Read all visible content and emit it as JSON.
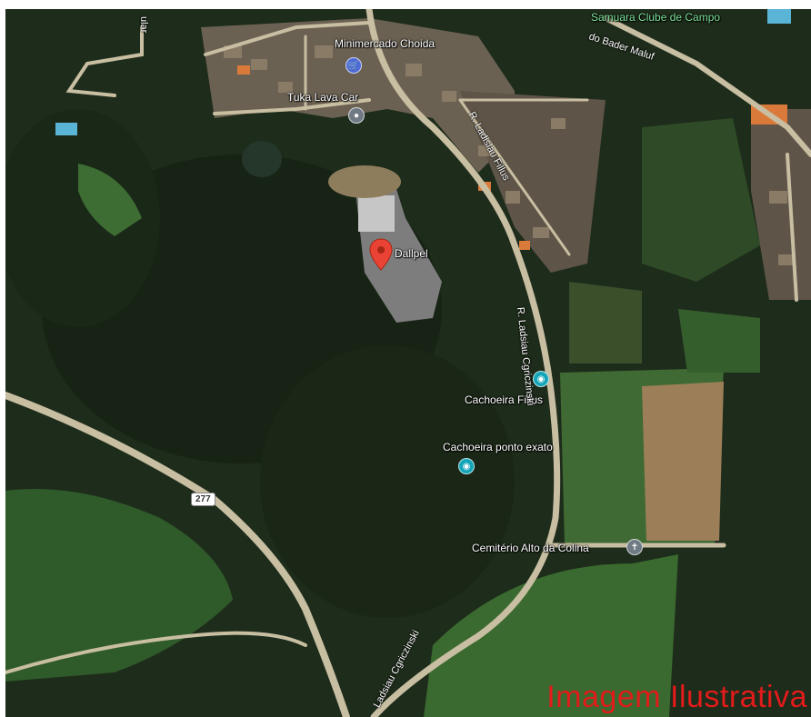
{
  "map": {
    "view": "satellite",
    "colors": {
      "forest": "#1f2f1c",
      "field": "#3f6b34",
      "road": "#c9bfa3",
      "pin": "#ea4335",
      "watermark": "#e21b1b",
      "label_green": "#7ee39a"
    },
    "places": [
      {
        "id": "samuara",
        "label": "Samuara Clube de Campo",
        "icon": "none"
      },
      {
        "id": "minimercado",
        "label": "Minimercado Choida",
        "icon": "shopping-cart-icon"
      },
      {
        "id": "tuka",
        "label": "Tuka Lava Car",
        "icon": "map-pin-icon"
      },
      {
        "id": "dallpel",
        "label": "Dallpel",
        "icon": "red-location-pin-icon"
      },
      {
        "id": "cachoeira-fillus",
        "label": "Cachoeira Fillus",
        "icon": "camera-icon"
      },
      {
        "id": "cachoeira-ponto",
        "label": "Cachoeira ponto exato",
        "icon": "camera-icon"
      },
      {
        "id": "cemiterio",
        "label": "Cemitério Alto da Colina",
        "icon": "cemetery-icon"
      }
    ],
    "roads": {
      "bader_maluf": "do Bader Maluf",
      "ladislau_fillus": "R. Ladislau Fillus",
      "ladsiau_upper": "R. Ladsiau Cgriczinski",
      "ladsiau_lower": "Ladsiau Cgriczinski",
      "top_left_partial": "ular",
      "route_number": "277"
    },
    "watermark": "Imagem Ilustrativa"
  }
}
